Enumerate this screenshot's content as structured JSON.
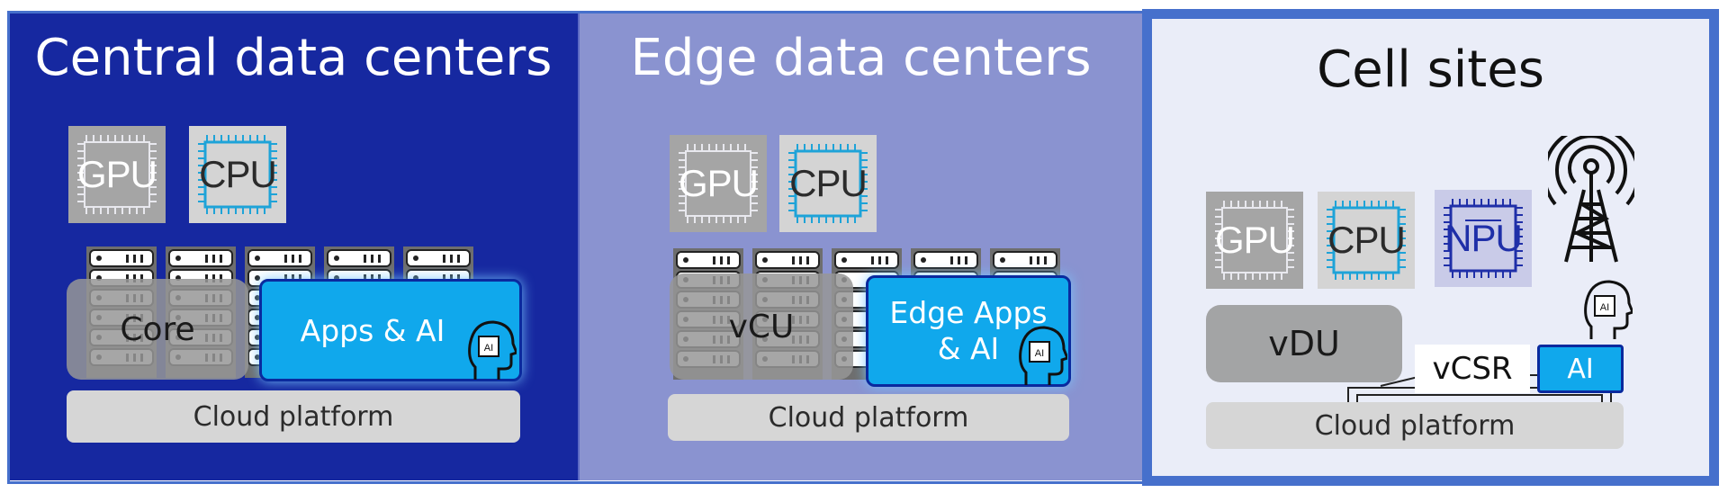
{
  "columns": {
    "central": {
      "title": "Central data centers",
      "chips": {
        "gpu": "GPU",
        "cpu": "CPU"
      },
      "workload": "Core",
      "apps": "Apps & AI",
      "cloud": "Cloud platform"
    },
    "edge": {
      "title": "Edge data centers",
      "chips": {
        "gpu": "GPU",
        "cpu": "CPU"
      },
      "workload": "vCU",
      "apps_line1": "Edge Apps",
      "apps_line2": "& AI",
      "cloud": "Cloud platform"
    },
    "cell": {
      "title": "Cell sites",
      "chips": {
        "gpu": "GPU",
        "cpu": "CPU",
        "npu": "NPU"
      },
      "vdu": "vDU",
      "vcsr": "vCSR",
      "ai": "AI",
      "cloud": "Cloud platform"
    }
  },
  "icons": {
    "chip_ai_label": "AI",
    "cell_tower": "cell-tower-icon",
    "ai_head": "ai-head-icon"
  },
  "colors": {
    "central_bg": "#1628a0",
    "edge_bg": "#8a93d0",
    "cell_bg": "#eaedf8",
    "border_blue": "#4670cc",
    "ai_blue": "#10a8ec",
    "cpu_cyan": "#1ea3d8",
    "npu_blue": "#1f2fa8"
  }
}
